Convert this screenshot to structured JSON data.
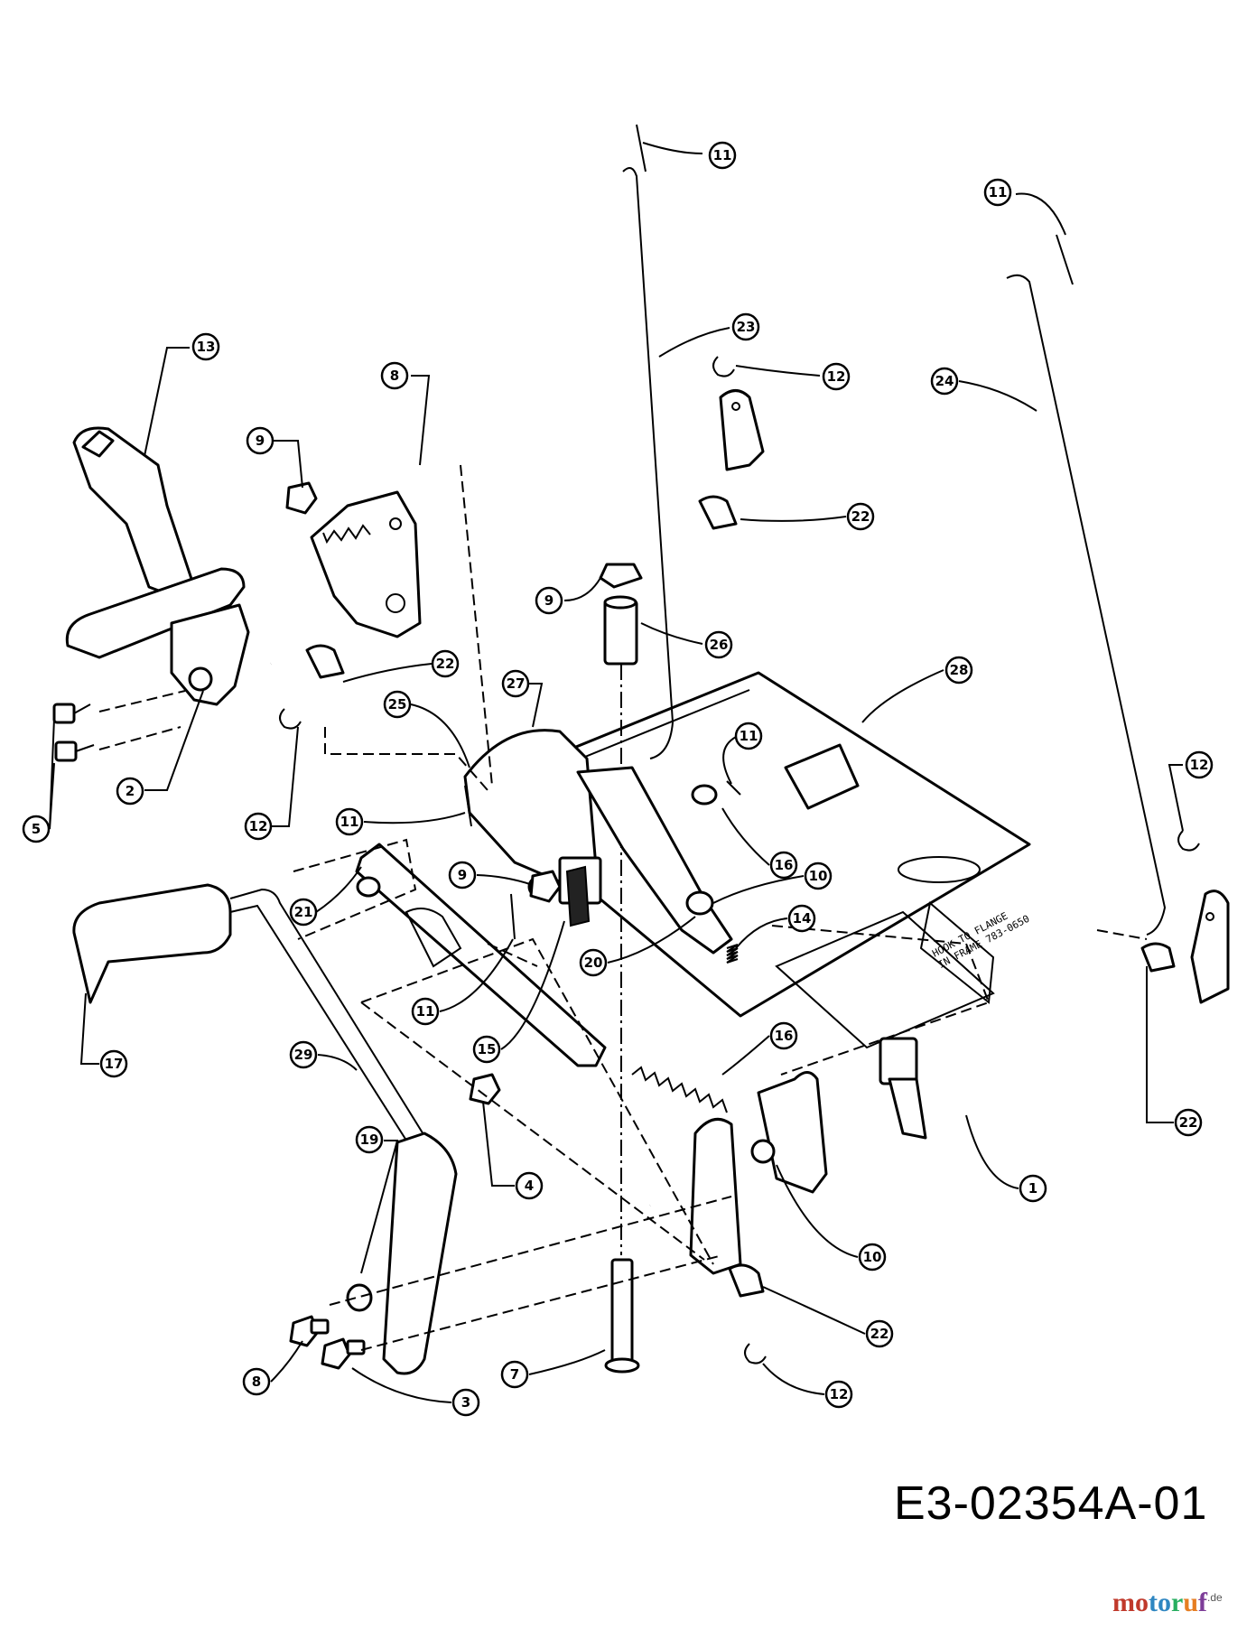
{
  "diagram": {
    "document_id": "E3-02354A-01",
    "watermark": {
      "letters": [
        "mo",
        "to",
        "r",
        "u",
        "f"
      ],
      "suffix": ".de"
    },
    "flange_note": [
      "HOOK TO FLANGE",
      "IN FRAME 783-0650"
    ],
    "callouts": [
      {
        "id": "c11a",
        "label": "11"
      },
      {
        "id": "c11b",
        "label": "11"
      },
      {
        "id": "c13",
        "label": "13"
      },
      {
        "id": "c8a",
        "label": "8"
      },
      {
        "id": "c23",
        "label": "23"
      },
      {
        "id": "c12a",
        "label": "12"
      },
      {
        "id": "c24",
        "label": "24"
      },
      {
        "id": "c9a",
        "label": "9"
      },
      {
        "id": "c22a",
        "label": "22"
      },
      {
        "id": "c9b",
        "label": "9"
      },
      {
        "id": "c26",
        "label": "26"
      },
      {
        "id": "c22b",
        "label": "22"
      },
      {
        "id": "c27",
        "label": "27"
      },
      {
        "id": "c28",
        "label": "28"
      },
      {
        "id": "c25",
        "label": "25"
      },
      {
        "id": "c2",
        "label": "2"
      },
      {
        "id": "c11c",
        "label": "11"
      },
      {
        "id": "c12b",
        "label": "12"
      },
      {
        "id": "c5",
        "label": "5"
      },
      {
        "id": "c12c",
        "label": "12"
      },
      {
        "id": "c11d",
        "label": "11"
      },
      {
        "id": "c16a",
        "label": "16"
      },
      {
        "id": "c9c",
        "label": "9"
      },
      {
        "id": "c10a",
        "label": "10"
      },
      {
        "id": "c21",
        "label": "21"
      },
      {
        "id": "c14",
        "label": "14"
      },
      {
        "id": "c20",
        "label": "20"
      },
      {
        "id": "c11e",
        "label": "11"
      },
      {
        "id": "c15",
        "label": "15"
      },
      {
        "id": "c17",
        "label": "17"
      },
      {
        "id": "c16b",
        "label": "16"
      },
      {
        "id": "c29",
        "label": "29"
      },
      {
        "id": "c19",
        "label": "19"
      },
      {
        "id": "c4",
        "label": "4"
      },
      {
        "id": "c22c",
        "label": "22"
      },
      {
        "id": "c1",
        "label": "1"
      },
      {
        "id": "c10b",
        "label": "10"
      },
      {
        "id": "c22d",
        "label": "22"
      },
      {
        "id": "c8b",
        "label": "8"
      },
      {
        "id": "c3",
        "label": "3"
      },
      {
        "id": "c7",
        "label": "7"
      },
      {
        "id": "c12d",
        "label": "12"
      }
    ]
  }
}
